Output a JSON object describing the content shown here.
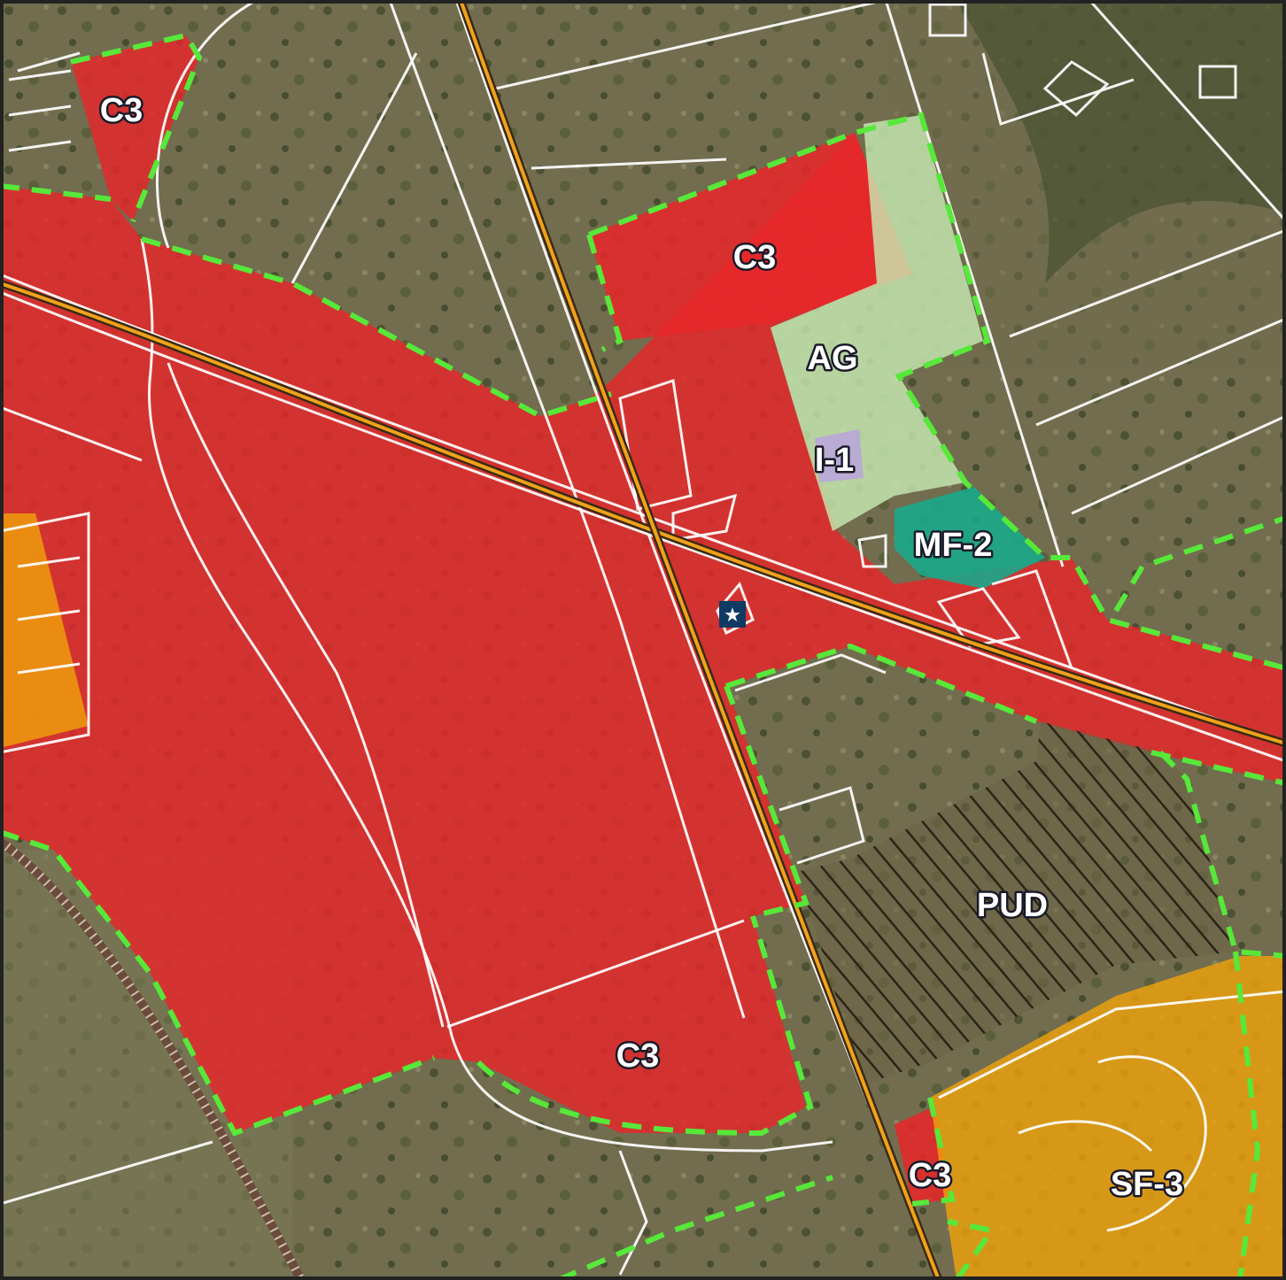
{
  "zones": [
    {
      "id": "c3-north",
      "label": "C3",
      "color_key": "commercial"
    },
    {
      "id": "c3-northeast",
      "label": "C3",
      "color_key": "commercial"
    },
    {
      "id": "ag",
      "label": "AG",
      "color_key": "agricultural"
    },
    {
      "id": "i1",
      "label": "I-1",
      "color_key": "industrial"
    },
    {
      "id": "mf2",
      "label": "MF-2",
      "color_key": "multifamily"
    },
    {
      "id": "pud",
      "label": "PUD",
      "color_key": "pud"
    },
    {
      "id": "c3-south",
      "label": "C3",
      "color_key": "commercial"
    },
    {
      "id": "c3-small",
      "label": "C3",
      "color_key": "commercial"
    },
    {
      "id": "sf3",
      "label": "SF-3",
      "color_key": "single-family"
    }
  ],
  "colors": {
    "commercial": "#e8262a",
    "agricultural": "#c8ecb4",
    "industrial": "#b9a6d8",
    "multifamily": "#1aa88a",
    "single-family": "#f0a30a",
    "boundary": "#57e83a",
    "parcel_lines": "#ffffff",
    "road": "#f0a21a",
    "marker": "#0f3a63"
  },
  "marker": {
    "icon": "star-icon",
    "glyph": "★"
  }
}
